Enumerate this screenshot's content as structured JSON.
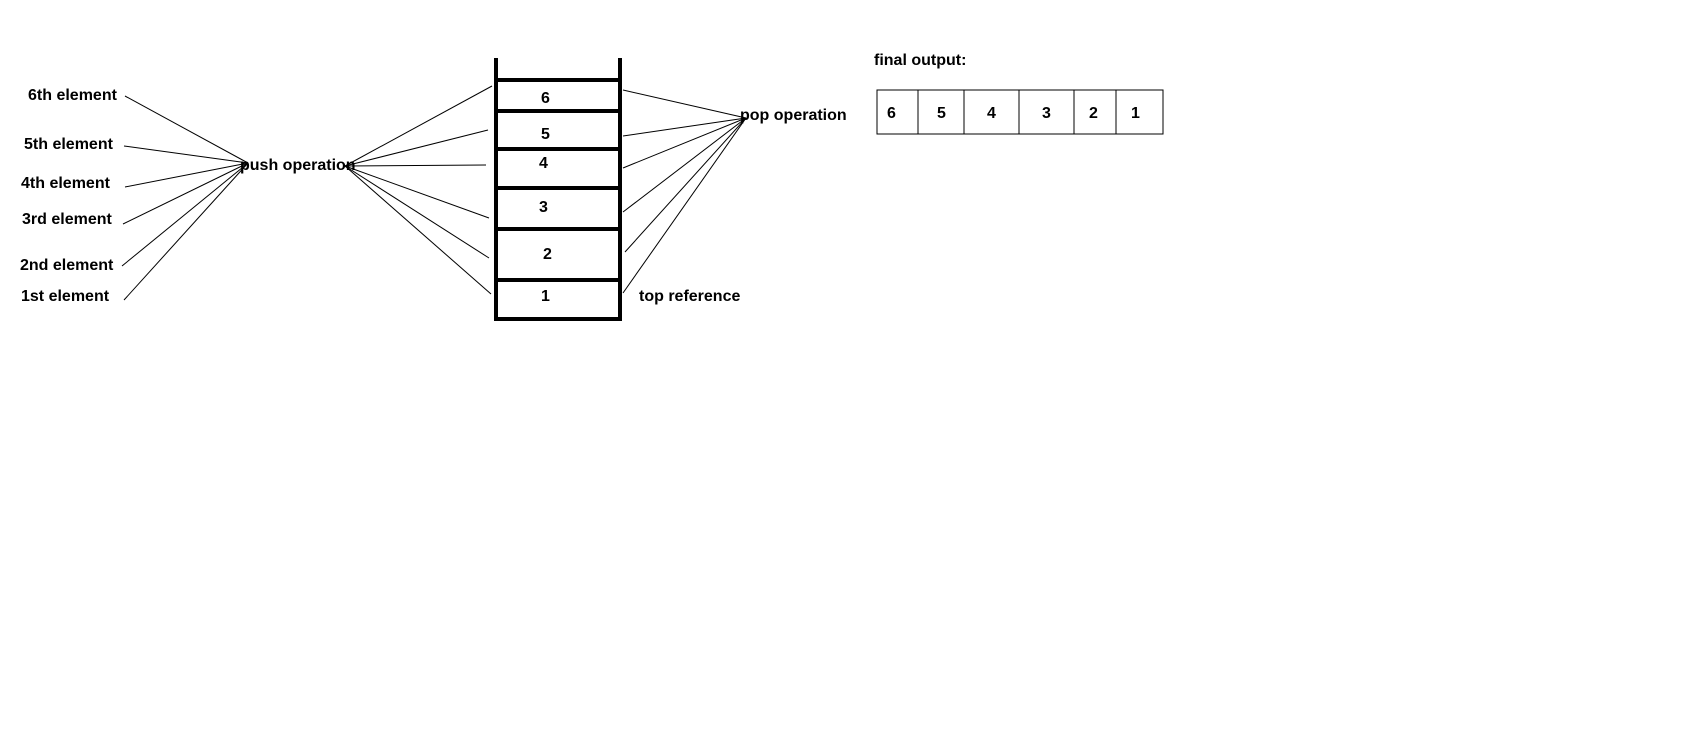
{
  "inputs": [
    "6th element",
    "5th element",
    "4th element",
    "3rd element",
    "2nd element",
    "1st element"
  ],
  "push_label": "push operation",
  "pop_label": "pop operation",
  "stack": [
    "6",
    "5",
    "4",
    "3",
    "2",
    "1"
  ],
  "top_label": "top reference",
  "output": {
    "title": "final output:",
    "values": [
      "6",
      "5",
      "4",
      "3",
      "2",
      "1"
    ]
  }
}
